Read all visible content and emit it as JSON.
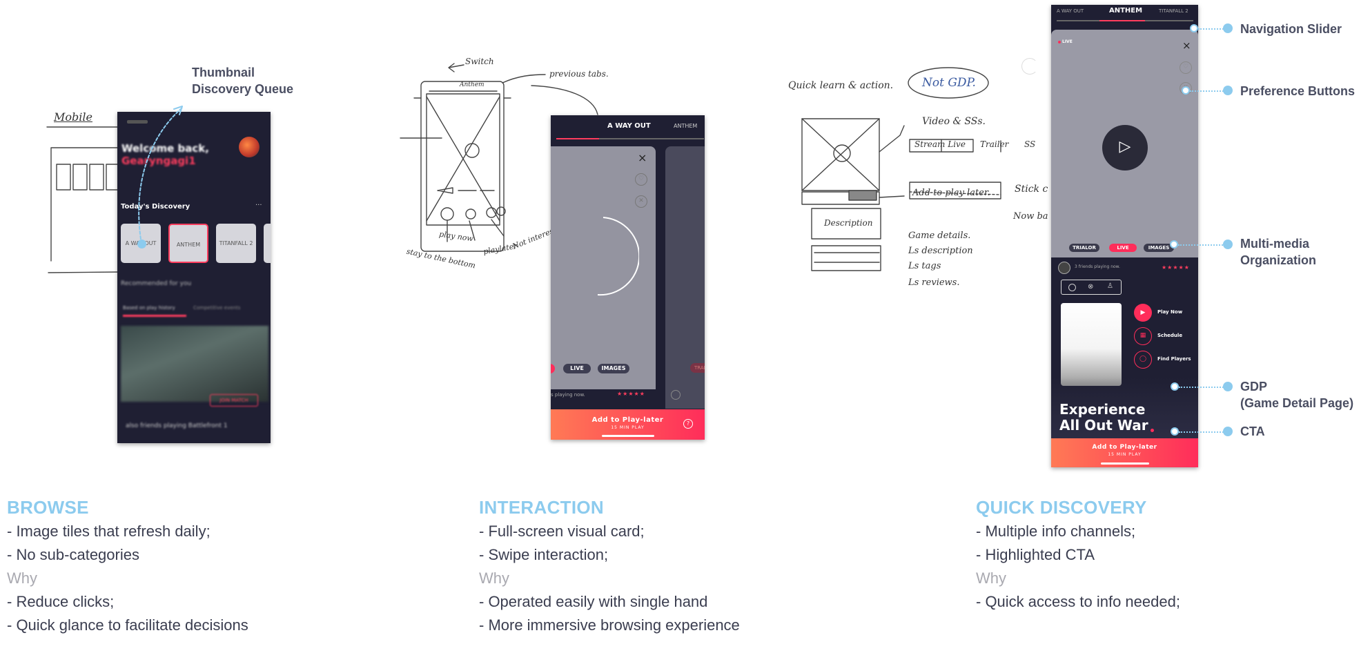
{
  "browse": {
    "sketch_label": "Mobile",
    "annotation": {
      "line1": "Thumbnail",
      "line2": "Discovery Queue"
    },
    "phone": {
      "greeting_line1": "Welcome back,",
      "greeting_line2": "Gearyngagi1",
      "section_title": "Today's Discovery",
      "more": "···",
      "tiles": [
        "A WAY OUT",
        "ANTHEM",
        "TITANFALL 2"
      ],
      "recommended": "Recommended for you",
      "chips": [
        "Based on play history",
        "Competitive events"
      ],
      "join_label": "JOIN MATCH",
      "friends_text": "also friends playing Battlefront 1"
    },
    "title": "BROWSE",
    "bullets": [
      "- Image tiles that refresh daily;",
      "- No sub-categories"
    ],
    "why": "Why",
    "why_bullets": [
      "- Reduce clicks;",
      "- Quick glance to facilitate decisions"
    ]
  },
  "interaction": {
    "sketch_notes": [
      "Switch",
      "previous tabs.",
      "Anthem",
      "play now",
      "playlater",
      "Not interested",
      "stay to the bottom"
    ],
    "phone": {
      "tab_active": "A WAY OUT",
      "tab_next": "ANTHEM",
      "close_icon": "×",
      "pills": [
        "LIVE",
        "IMAGES"
      ],
      "playing_text": "s playing now.",
      "stars": "★★★★★",
      "cta_label": "Add to Play-later",
      "cta_sub": "15 MIN PLAY",
      "help_icon": "?",
      "peek_label": "TRAI"
    },
    "title": "INTERACTION",
    "bullets": [
      "- Full-screen visual card;",
      "- Swipe interaction;"
    ],
    "why": "Why",
    "why_bullets": [
      "- Operated easily with single hand",
      "- More immersive browsing experience"
    ]
  },
  "quick": {
    "sketch_notes": [
      "Quick learn & action.",
      "Not GDP.",
      "Video & SSs.",
      "Stream Live",
      "Trailer",
      "SS",
      "Add to play later.",
      "Stick c",
      "Now ba",
      "Description",
      "Game details.",
      "Ls description",
      "Ls tags",
      "Ls reviews."
    ],
    "phone": {
      "tabs": [
        "A WAY OUT",
        "ANTHEM",
        "TITANFALL 2"
      ],
      "live_badge": "LIVE",
      "close_icon": "×",
      "play_icon": "▷",
      "media_pills": [
        "TRIALOR",
        "LIVE",
        "IMAGES"
      ],
      "friends_text": "3 friends playing now.",
      "stars": "★★★★★",
      "actions": [
        "Play Now",
        "Schedule",
        "Find Players"
      ],
      "headline_line1": "Experience",
      "headline_line2": "All Out War",
      "cta_label": "Add to Play-later",
      "cta_sub": "15 MIN PLAY"
    },
    "annotations": [
      {
        "line1": "Navigation Slider",
        "line2": ""
      },
      {
        "line1": "Preference Buttons",
        "line2": ""
      },
      {
        "line1": "Multi-media",
        "line2": "Organization"
      },
      {
        "line1": "GDP",
        "line2": "(Game Detail Page)"
      },
      {
        "line1": "CTA",
        "line2": ""
      }
    ],
    "title": "QUICK DISCOVERY",
    "bullets": [
      "- Multiple info channels;",
      "- Highlighted CTA"
    ],
    "why": "Why",
    "why_bullets": [
      "- Quick access to info needed;"
    ]
  },
  "colors": {
    "accent_blue": "#8ccbee",
    "brand_red": "#ff2d5a",
    "dark_bg": "#1f1f33"
  }
}
